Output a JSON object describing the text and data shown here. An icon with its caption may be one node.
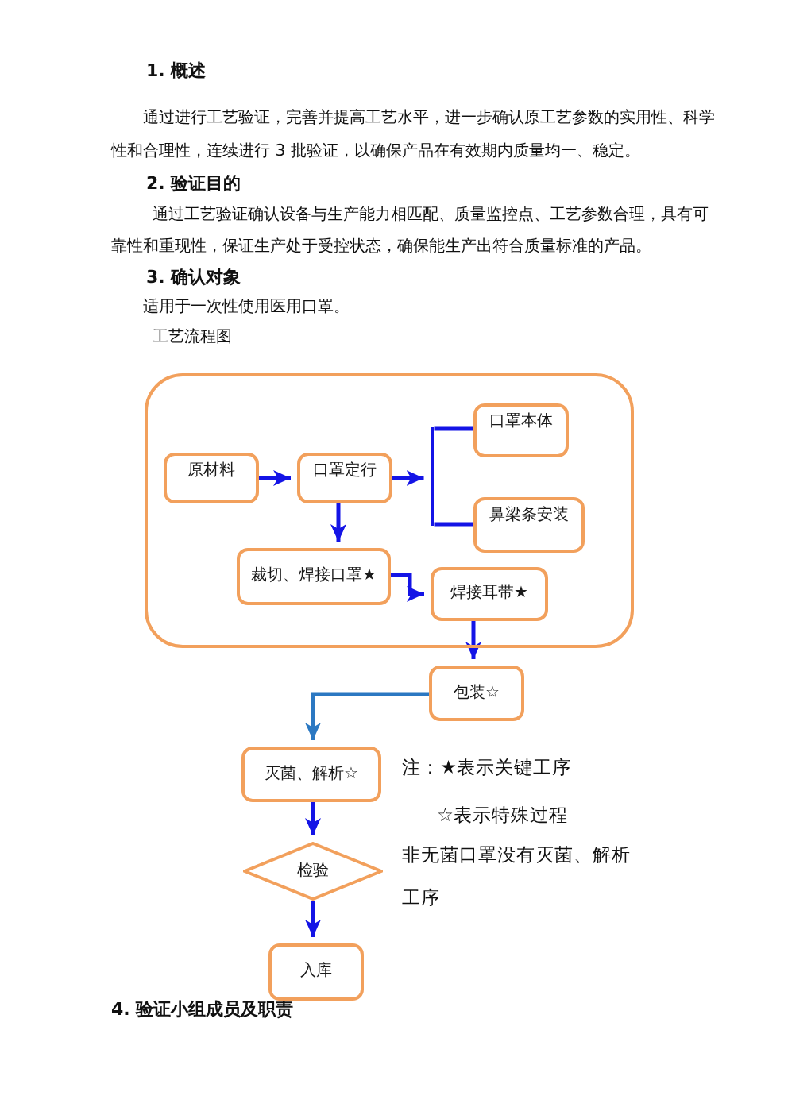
{
  "diagram": {
    "title": "工艺流程图",
    "nodes": [
      {
        "text": [],
        "shape": "box"
      },
      {
        "text": [
          "原材料"
        ],
        "in": 0
      },
      {
        "text": [
          "口罩定行"
        ],
        "in": 0
      },
      {
        "text": [],
        "shape": "bar",
        "in": 0
      },
      {
        "text": [
          "口罩本体"
        ],
        "in": 0
      },
      {
        "text": [
          "鼻梁条安装"
        ],
        "in": 0
      },
      {
        "text": [
          "裁切、焊接口罩★"
        ],
        "in": 0
      },
      {
        "text": [
          "焊接耳带★"
        ],
        "in": 0
      },
      {
        "text": [
          "包装☆"
        ]
      },
      {
        "text": [
          "灭菌、解析☆"
        ]
      },
      {
        "text": [
          "检验"
        ]
      },
      {
        "text": [
          "入库"
        ]
      }
    ],
    "edges": [
      {
        "from": 1,
        "to": 2,
        "arrow": "to"
      },
      {
        "from": 2,
        "to": 3,
        "arrow": "to"
      },
      {
        "from": 3,
        "to": 4,
        "arrow": "none"
      },
      {
        "from": 3,
        "to": 5,
        "arrow": "none"
      },
      {
        "from": 2,
        "to": 6,
        "arrow": "to"
      },
      {
        "from": 6,
        "to": 7,
        "arrow": "to"
      },
      {
        "from": 7,
        "to": 8,
        "arrow": "to"
      },
      {
        "from": 8,
        "to": 9,
        "arrow": "to",
        "color": "#2b78c2"
      },
      {
        "from": 9,
        "to": 10,
        "arrow": "to"
      },
      {
        "from": 10,
        "to": 11,
        "arrow": "to"
      }
    ],
    "labels": [
      "1. 概述",
      "通过进行工艺验证，完善并提高工艺水平，进一步确认原工艺参数的实用性、科学性和合理性，连续进行 3 批验证，以确保产品在有效期内质量均一、稳定。",
      "2. 验证目的",
      "通过工艺验证确认设备与生产能力相匹配、质量监控点、工艺参数合理，具有可靠性和重现性，保证生产处于受控状态，确保能生产出符合质量标准的产品。",
      "3. 确认对象",
      "适用于一次性使用医用口罩。",
      "注：★表示关键工序",
      "☆表示特殊过程",
      "非无菌口罩没有灭菌、解析工序",
      "4. 验证小组成员及职责"
    ]
  }
}
